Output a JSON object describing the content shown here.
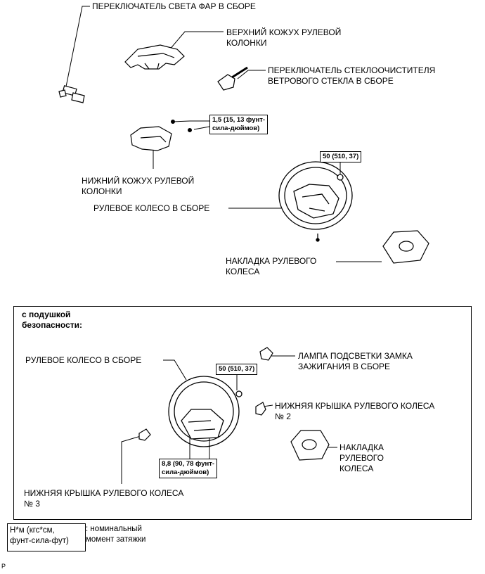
{
  "top_section": {
    "headlight_switch": "ПЕРЕКЛЮЧАТЕЛЬ СВЕТА ФАР В СБОРЕ",
    "upper_cover": "ВЕРХНИЙ КОЖУХ РУЛЕВОЙ\nКОЛОНКИ",
    "wiper_switch": "ПЕРЕКЛЮЧАТЕЛЬ СТЕКЛООЧИСТИТЕЛЯ\nВЕТРОВОГО СТЕКЛА В СБОРЕ",
    "torque_cover": "1,5 (15, 13 фунт-\nсила-дюймов)",
    "lower_cover": "НИЖНИЙ КОЖУХ РУЛЕВОЙ\nКОЛОНКИ",
    "torque_wheel": "50 (510, 37)",
    "steering_wheel": "РУЛЕВОЕ КОЛЕСО В СБОРЕ",
    "wheel_pad": "НАКЛАДКА РУЛЕВОГО\nКОЛЕСА"
  },
  "airbag_section": {
    "heading": "с подушкой\nбезопасности:",
    "steering_wheel": "РУЛЕВОЕ КОЛЕСО В СБОРЕ",
    "ignition_lamp": "ЛАМПА ПОДСВЕТКИ ЗАМКА\nЗАЖИГАНИЯ В СБОРЕ",
    "torque_wheel": "50 (510, 37)",
    "lower_cover_2": "НИЖНЯЯ КРЫШКА РУЛЕВОГО КОЛЕСА\n№ 2",
    "wheel_pad": "НАКЛАДКА\nРУЛЕВОГО\nКОЛЕСА",
    "torque_pad": "8,8 (90, 78 фунт-\nсила-дюймов)",
    "lower_cover_3": "НИЖНЯЯ КРЫШКА РУЛЕВОГО КОЛЕСА\n№ 3"
  },
  "legend": {
    "unit": "Н*м (кгс*см,\nфунт-сила-фут)",
    "meaning": ": номинальный\nмомент затяжки"
  },
  "corner_code": "P"
}
